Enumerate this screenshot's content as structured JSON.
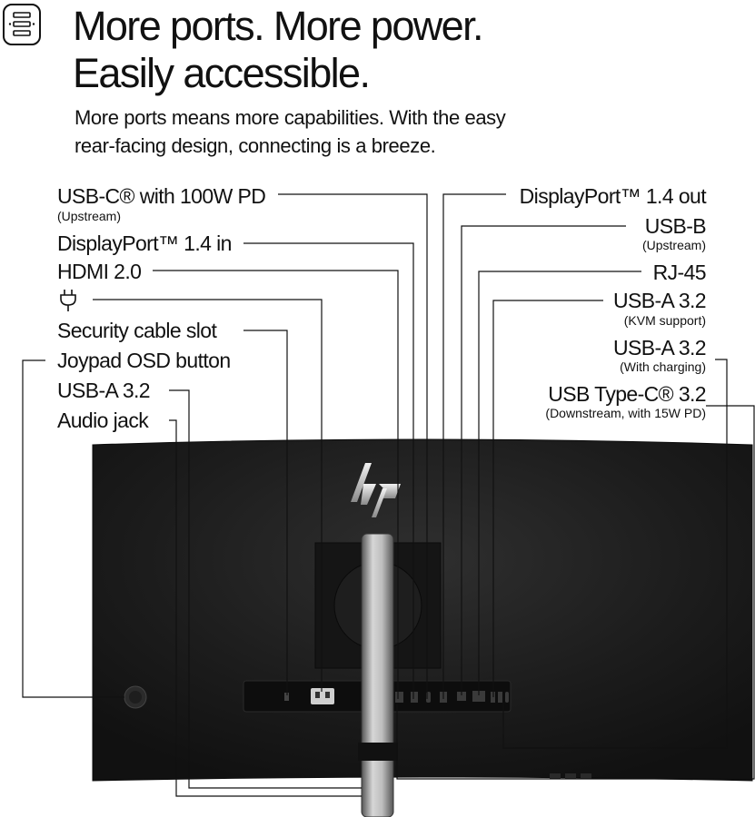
{
  "icon": {
    "name": "ports-icon"
  },
  "headline": {
    "line1": "More ports. More power.",
    "line2": "Easily accessible."
  },
  "description": {
    "line1": "More ports means more capabilities. With the easy",
    "line2": "rear-facing design, connecting is a breeze."
  },
  "left_labels": [
    {
      "label": "USB-C® with 100W PD",
      "note": "(Upstream)"
    },
    {
      "label": "DisplayPort™ 1.4 in",
      "note": ""
    },
    {
      "label": "HDMI 2.0",
      "note": ""
    },
    {
      "label": "",
      "note": "",
      "icon": "power-plug-icon"
    },
    {
      "label": "Security cable slot",
      "note": ""
    },
    {
      "label": "Joypad OSD button",
      "note": ""
    },
    {
      "label": "USB-A 3.2",
      "note": ""
    },
    {
      "label": "Audio jack",
      "note": ""
    }
  ],
  "right_labels": [
    {
      "label": "DisplayPort™ 1.4 out",
      "note": ""
    },
    {
      "label": "USB-B",
      "note": "(Upstream)"
    },
    {
      "label": "RJ-45",
      "note": ""
    },
    {
      "label": "USB-A 3.2",
      "note": "(KVM support)"
    },
    {
      "label": "USB-A 3.2",
      "note": "(With charging)"
    },
    {
      "label": "USB Type-C® 3.2",
      "note": "(Downstream, with 15W PD)"
    }
  ],
  "monitor": {
    "logo": "hp",
    "color": "#1a1a1a"
  }
}
